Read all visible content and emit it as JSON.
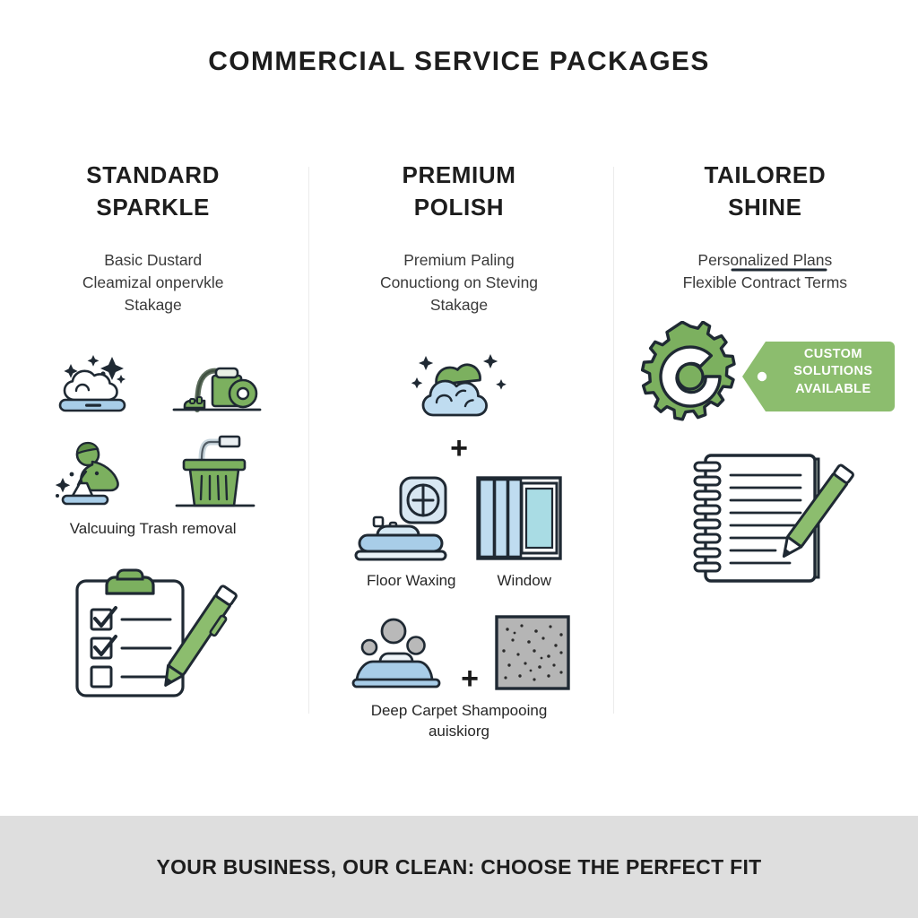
{
  "title": "COMMERCIAL SERVICE PACKAGES",
  "colors": {
    "green": "#7cb05f",
    "green_dark": "#3f6b33",
    "blue_light": "#a8cde8",
    "blue_pale": "#bfdcf0",
    "cyan": "#a9dce4",
    "gray_carpet": "#b5b5b5",
    "ink": "#1d1d1d",
    "divider": "#ececec",
    "footer_bg": "#dedede",
    "background": "#ffffff"
  },
  "columns": [
    {
      "title": "STANDARD\nSPARKLE",
      "subtitle": "Basic Dustard\nCleamizal onpervkle\nStakage",
      "icons": [
        "sparkle-cloud-icon",
        "vacuum-cleaner-icon",
        "person-dusting-icon",
        "trash-can-icon"
      ],
      "caption": "Valcuuing Trash removal",
      "bottom_icon": "clipboard-checklist-icon",
      "checklist": {
        "items_checked": 2,
        "items_total": 3
      }
    },
    {
      "title": "PREMIUM\nPOLISH",
      "subtitle": "Premium Paling\nConuctiong on Steving\nStakage",
      "top_icon": "foam-bubble-icon",
      "plus": "+",
      "row1_icons": [
        "floor-waxing-machine-icon",
        "window-icon"
      ],
      "row1_captions": [
        "Floor Waxing",
        "Window"
      ],
      "row2_icons": [
        "carpet-shampooer-icon",
        "carpet-texture-icon"
      ],
      "row2_caption": "Deep Carpet Shampooing\nauiskiorg"
    },
    {
      "title": "TAILORED\nSHINE",
      "subtitle": "Personalized Plans\nFlexible Contract Terms",
      "gear_icon": "gear-icon",
      "tag_label": "CUSTOM\nSOLUTIONS\nAVAILABLE",
      "bottom_icon": "spiral-notebook-pencil-icon"
    }
  ],
  "footer": {
    "text": "YOUR BUSINESS, OUR CLEAN: CHOOSE THE PERFECT FIT"
  }
}
